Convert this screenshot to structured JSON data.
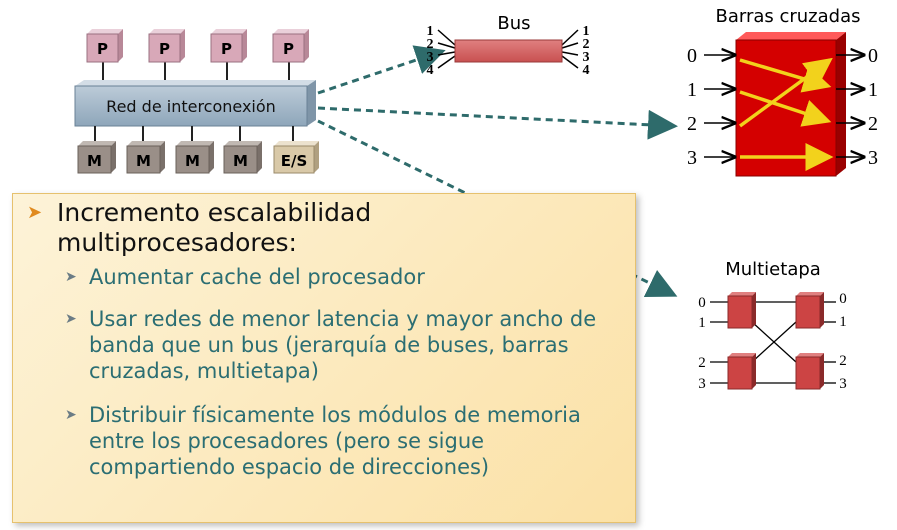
{
  "colors": {
    "processor_fill": "#d8a8b8",
    "memory_fill": "#9a8f88",
    "io_fill": "#d9c9a8",
    "network_fill": "#9fb6c8",
    "bus_fill": "#d86a6a",
    "crossbar_fill": "#d40000",
    "crossbar_lines": "#f2d21c",
    "switch_fill": "#cc4444",
    "arrow_dashed": "#2e6b6b",
    "bullet_main": "#e08a1f",
    "sub_text": "#2b6e73"
  },
  "system": {
    "processors": [
      "P",
      "P",
      "P",
      "P"
    ],
    "network_label": "Red de interconexión",
    "modules": [
      "M",
      "M",
      "M",
      "M",
      "E/S"
    ]
  },
  "bus": {
    "title": "Bus",
    "left_ports": [
      "1",
      "2",
      "3",
      "4"
    ],
    "right_ports": [
      "1",
      "2",
      "3",
      "4"
    ]
  },
  "crossbar": {
    "title": "Barras cruzadas",
    "inputs": [
      "0",
      "1",
      "2",
      "3"
    ],
    "outputs": [
      "0",
      "1",
      "2",
      "3"
    ]
  },
  "multistage": {
    "title": "Multietapa",
    "inputs": [
      "0",
      "1",
      "2",
      "3"
    ],
    "outputs": [
      "0",
      "1",
      "2",
      "3"
    ]
  },
  "text": {
    "main": "Incremento escalabilidad multiprocesadores:",
    "items": [
      "Aumentar cache del procesador",
      "Usar redes de menor latencia y mayor ancho de banda que un bus (jerarquía de buses, barras cruzadas, multietapa)",
      "Distribuir físicamente los módulos de memoria entre los procesadores (pero se sigue compartiendo espacio de direcciones)"
    ]
  }
}
